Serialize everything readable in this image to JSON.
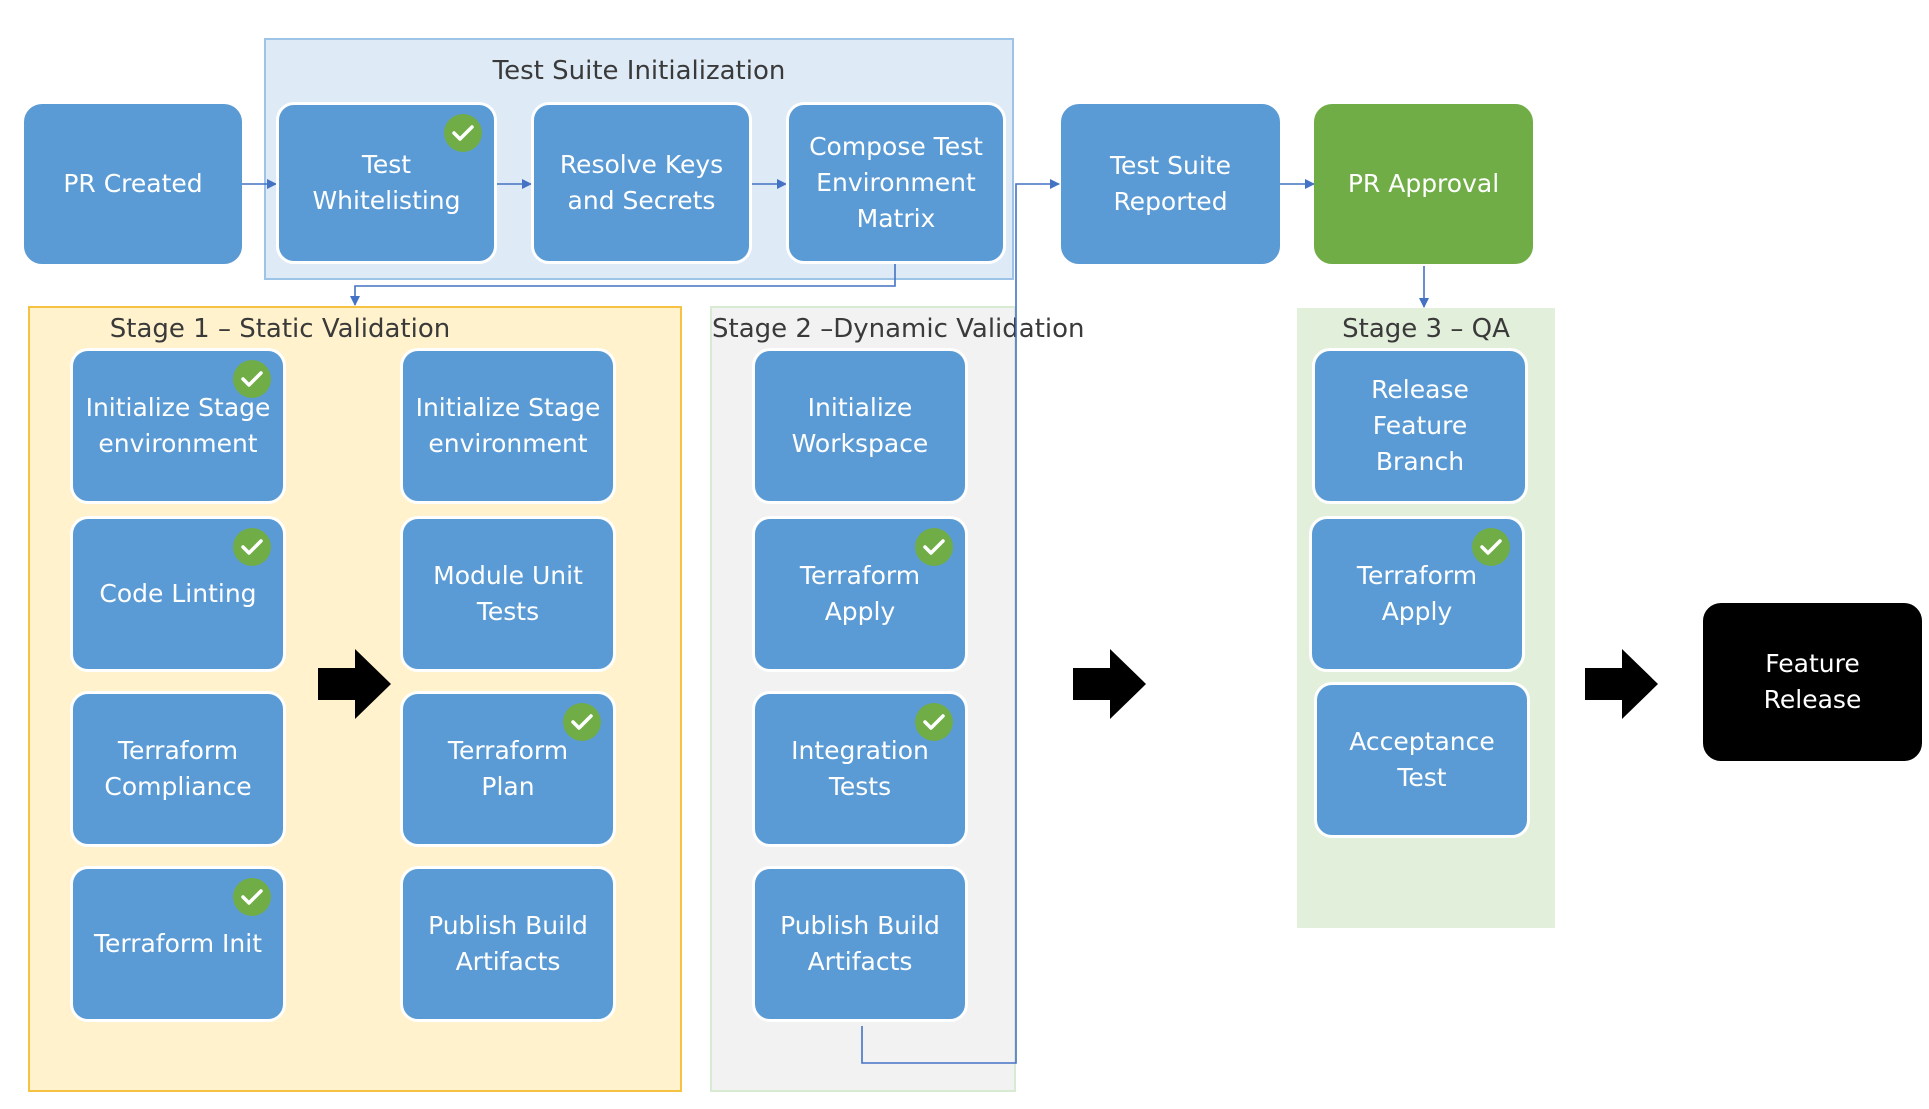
{
  "groups": {
    "init": "Test Suite Initialization",
    "stage1": "Stage 1 – Static Validation",
    "stage2": "Stage 2 –Dynamic Validation",
    "stage3": "Stage 3 – QA"
  },
  "nodes": {
    "pr_created": "PR Created",
    "whitelisting": "Test\nWhitelisting",
    "resolve_keys": "Resolve Keys\nand Secrets",
    "compose_matrix": "Compose Test\nEnvironment\nMatrix",
    "suite_reported": "Test Suite\nReported",
    "pr_approval": "PR Approval",
    "s1_init_stage": "Initialize Stage\nenvironment",
    "s1_code_linting": "Code Linting",
    "s1_tf_compliance": "Terraform\nCompliance",
    "s1_tf_init": "Terraform Init",
    "s1_init_stage_2": "Initialize Stage\nenvironment",
    "s1_module_unit": "Module Unit\nTests",
    "s1_tf_plan": "Terraform\nPlan",
    "s1_publish": "Publish Build\nArtifacts",
    "s2_init_workspace": "Initialize\nWorkspace",
    "s2_tf_apply": "Terraform\nApply",
    "s2_integration": "Integration\nTests",
    "s2_publish": "Publish Build\nArtifacts",
    "s3_release_branch": "Release\nFeature\nBranch",
    "s3_tf_apply": "Terraform\nApply",
    "s3_acceptance": "Acceptance\nTest",
    "feature_release": "Feature\nRelease"
  },
  "icons": {
    "check": "check-circle-icon",
    "big_arrow": "right-arrow-icon"
  },
  "colors": {
    "box_blue": "#5b9bd5",
    "approval_green": "#70ad47",
    "release_black": "#000000",
    "init_group_fill": "#deeaf6",
    "stage1_fill": "#fff2cc",
    "stage1_border": "#f5c242",
    "stage2_fill": "#f2f2f2",
    "stage3_fill": "#e2efda",
    "connector": "#4472c4"
  }
}
